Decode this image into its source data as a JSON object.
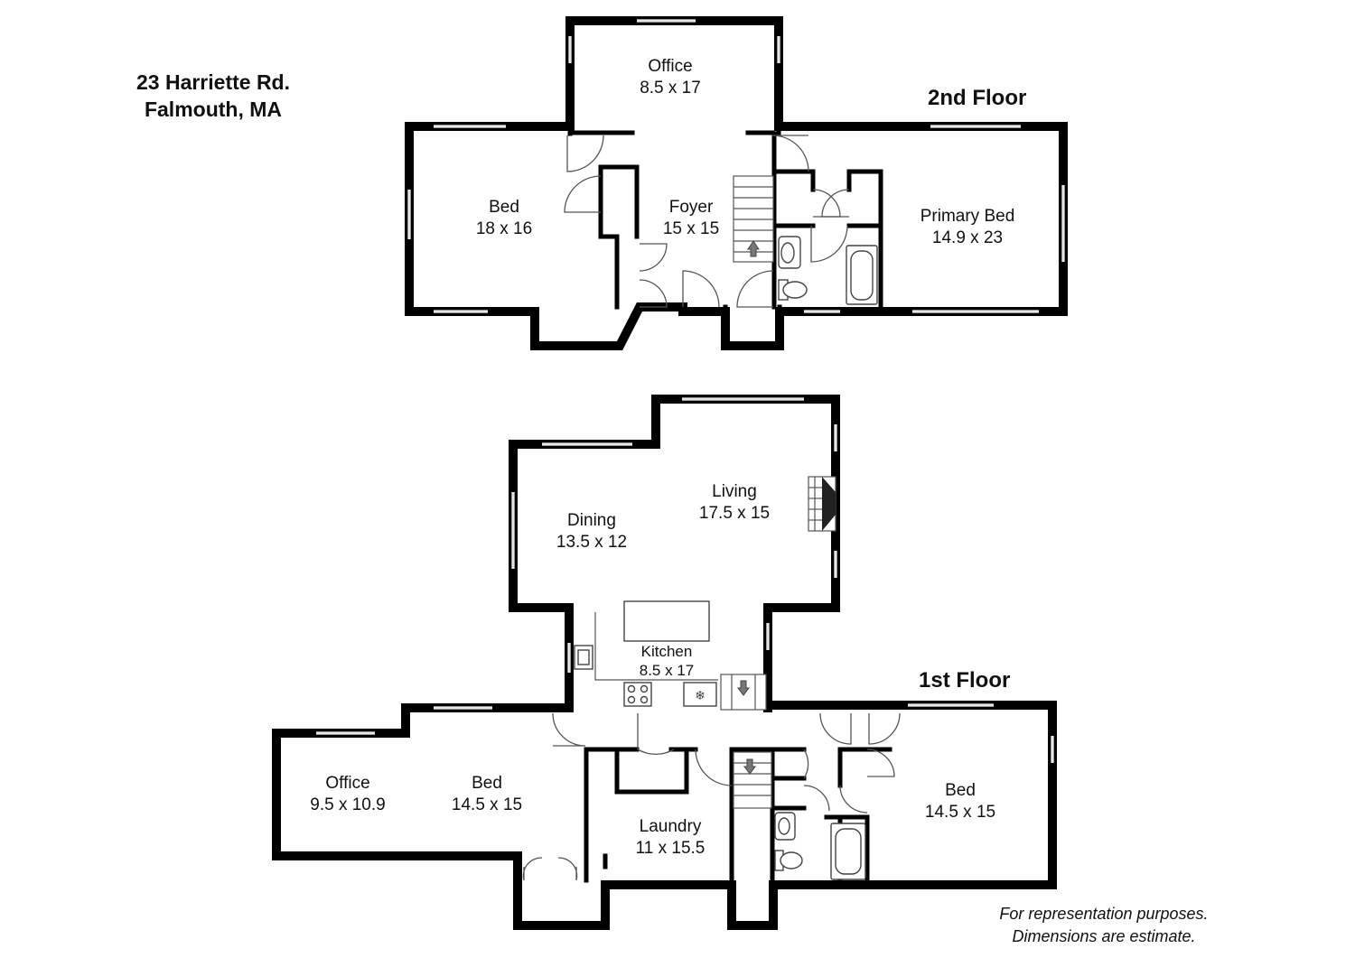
{
  "address": {
    "line1": "23 Harriette Rd.",
    "line2": "Falmouth, MA"
  },
  "floors": [
    {
      "label": "2nd Floor",
      "rooms": [
        {
          "name": "Office",
          "size": "8.5 x 17"
        },
        {
          "name": "Bed",
          "size": "18 x 16"
        },
        {
          "name": "Foyer",
          "size": "15 x 15"
        },
        {
          "name": "Primary Bed",
          "size": "14.9 x 23"
        }
      ]
    },
    {
      "label": "1st Floor",
      "rooms": [
        {
          "name": "Living",
          "size": "17.5 x 15"
        },
        {
          "name": "Dining",
          "size": "13.5 x 12"
        },
        {
          "name": "Kitchen",
          "size": "8.5 x 17"
        },
        {
          "name": "Office",
          "size": "9.5 x 10.9"
        },
        {
          "name": "Bed",
          "size": "14.5 x 15"
        },
        {
          "name": "Laundry",
          "size": "11 x 15.5"
        },
        {
          "name": "Bed",
          "size": "14.5 x 15"
        }
      ]
    }
  ],
  "disclaimer": {
    "line1": "For representation purposes.",
    "line2": "Dimensions are estimate."
  },
  "colors": {
    "wall": "#000000",
    "window": "#9a9a9a",
    "fixture_outline": "#444444",
    "background": "#ffffff"
  }
}
